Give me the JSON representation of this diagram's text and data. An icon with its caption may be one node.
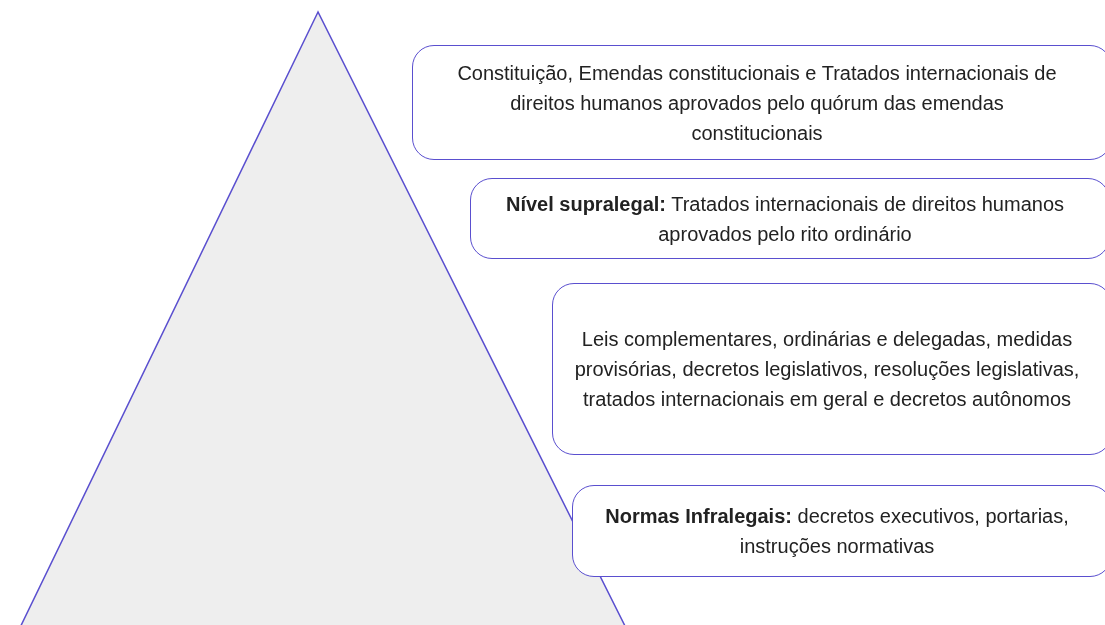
{
  "diagram": {
    "nodes": [
      {
        "text": [
          "Constituição, Emendas constitucionais e Tratados internacionais de direitos humanos aprovados pelo quórum das emendas constitucionais"
        ]
      },
      {
        "text": [
          "**Nível supralegal:** Tratados internacionais de direitos humanos aprovados pelo rito ordinário"
        ]
      },
      {
        "text": [
          "Leis complementares, ordinárias e delegadas, medidas provisórias, decretos legislativos, resoluções legislativas, tratados internacionais em geral e decretos autônomos"
        ]
      },
      {
        "text": [
          "**Normas Infralegais:** decretos executivos, portarias, instruções normativas"
        ]
      }
    ]
  }
}
